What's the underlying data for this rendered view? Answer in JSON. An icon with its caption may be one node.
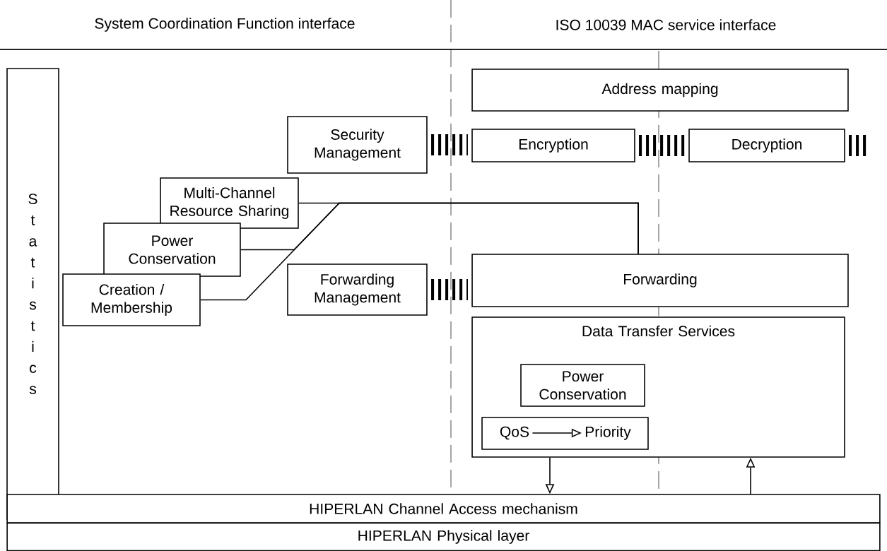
{
  "diagram": {
    "nodes": [
      {
        "text": [
          "Statistics"
        ]
      },
      {
        "text": [
          "Address mapping"
        ]
      },
      {
        "text": [
          "Security Management"
        ]
      },
      {
        "text": [
          "Encryption"
        ]
      },
      {
        "text": [
          "Decryption"
        ]
      },
      {
        "text": [
          "Multi-Channel Resource Sharing"
        ]
      },
      {
        "text": [
          "Power Conservation"
        ]
      },
      {
        "text": [
          "Creation / Membership"
        ]
      },
      {
        "text": [
          "Forwarding Management"
        ]
      },
      {
        "text": [
          "Forwarding"
        ]
      },
      {
        "text": [
          "Data Transfer Services"
        ]
      },
      {
        "text": [
          "Power Conservation"
        ],
        "in": 10
      },
      {
        "text": [],
        "shape": "box",
        "in": 10
      },
      {
        "text": [
          "QoS"
        ],
        "in": 12
      },
      {
        "text": [
          "Priority"
        ],
        "in": 12
      },
      {
        "text": [
          "HIPERLAN Channel Access mechanism"
        ]
      },
      {
        "text": [
          "HIPERLAN Physical layer"
        ]
      }
    ],
    "edges": [
      {
        "from": 2,
        "to": 3,
        "arrow": "none",
        "style": "dashed"
      },
      {
        "from": 3,
        "to": 4,
        "arrow": "none",
        "style": "dashed"
      },
      {
        "from": 4,
        "to": null,
        "arrow": "none",
        "style": "dashed"
      },
      {
        "from": 5,
        "to": 9,
        "arrow": "none"
      },
      {
        "from": 6,
        "to": 9,
        "arrow": "none"
      },
      {
        "from": 7,
        "to": 9,
        "arrow": "none"
      },
      {
        "from": 8,
        "to": 9,
        "arrow": "none",
        "style": "dashed"
      },
      {
        "from": 10,
        "to": 15,
        "arrow": "to"
      },
      {
        "from": 15,
        "to": 10,
        "arrow": "to"
      },
      {
        "from": 13,
        "to": 14,
        "arrow": "to"
      }
    ],
    "labels": [
      "System Coordination Function interface",
      "ISO 10039 MAC service interface"
    ]
  }
}
